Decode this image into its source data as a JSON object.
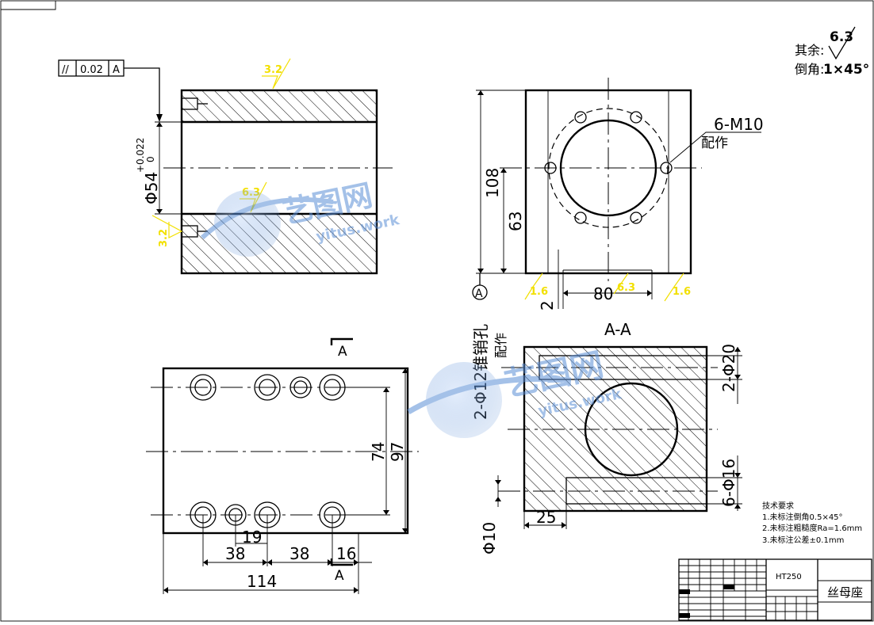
{
  "title_block": {
    "material": "HT250",
    "part_name": "丝母座"
  },
  "general_notes": {
    "other_surfaces_label": "其余:",
    "other_surfaces_roughness": "6.3",
    "chamfer_label": "倒角:",
    "chamfer_value": "1×45°"
  },
  "technical_requirements": {
    "heading": "技术要求",
    "items": [
      "1.未标注倒角0.5×45°",
      "2.未标注粗糙度Ra=1.6mm",
      "3.未标注公差±0.1mm"
    ]
  },
  "front_view": {
    "tolerance_frame": {
      "symbol": "//",
      "value": "0.02",
      "datum": "A"
    },
    "bore_dim": "Φ54",
    "bore_tol_upper": "+0.022",
    "bore_tol_lower": "0",
    "roughness_top": "3.2",
    "roughness_bore": "6.3",
    "roughness_left": "3.2"
  },
  "side_view": {
    "hole_note": "6-M10",
    "hole_note_sub": "配作",
    "height_dim": "108",
    "center_dim": "63",
    "width_dim": "80",
    "step_dim": "2",
    "datum_label": "A",
    "roughness_left": "1.6",
    "roughness_mid": "6.3",
    "roughness_right": "1.6"
  },
  "top_view": {
    "section_mark_top": "A",
    "section_mark_bottom": "A",
    "dim_74": "74",
    "dim_97": "97",
    "dim_19": "19",
    "dim_38a": "38",
    "dim_38b": "38",
    "dim_16": "16",
    "dim_114": "114"
  },
  "section_view": {
    "title": "A-A",
    "pin_note": "2-Φ12锥销孔",
    "pin_note_sub": "配作",
    "dim_2phi20": "2-Φ20",
    "dim_6phi16": "6-Φ16",
    "dim_25": "25",
    "dim_phi10": "Φ10"
  },
  "watermark": {
    "brand": "艺图网",
    "url": "yitus.work"
  },
  "colors": {
    "roughness_marks": "#f2e000",
    "watermark": "#5b8fd6"
  }
}
